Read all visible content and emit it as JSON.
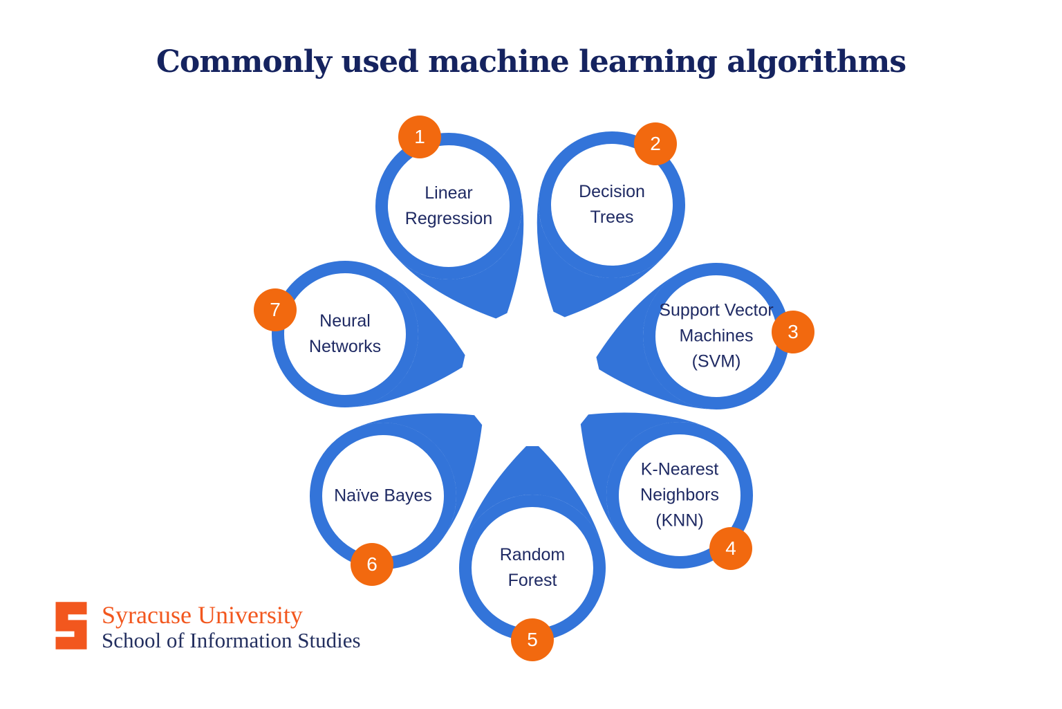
{
  "title": "Commonly used machine learning algorithms",
  "items": [
    {
      "number": "1",
      "label": "Linear\nRegression"
    },
    {
      "number": "2",
      "label": "Decision\nTrees"
    },
    {
      "number": "3",
      "label": "Support Vector\nMachines\n(SVM)"
    },
    {
      "number": "4",
      "label": "K-Nearest\nNeighbors\n(KNN)"
    },
    {
      "number": "5",
      "label": "Random\nForest"
    },
    {
      "number": "6",
      "label": "Naïve Bayes"
    },
    {
      "number": "7",
      "label": "Neural\nNetworks"
    }
  ],
  "footer": {
    "logo_letter": "S",
    "university": "Syracuse University",
    "school": "School of Information Studies"
  },
  "colors": {
    "pin_blue": "#3374D9",
    "badge_orange": "#F2690F",
    "label_navy": "#1F2A63",
    "title_navy": "#15235F",
    "logo_orange": "#F2571E",
    "logo_navy": "#232F5F"
  }
}
